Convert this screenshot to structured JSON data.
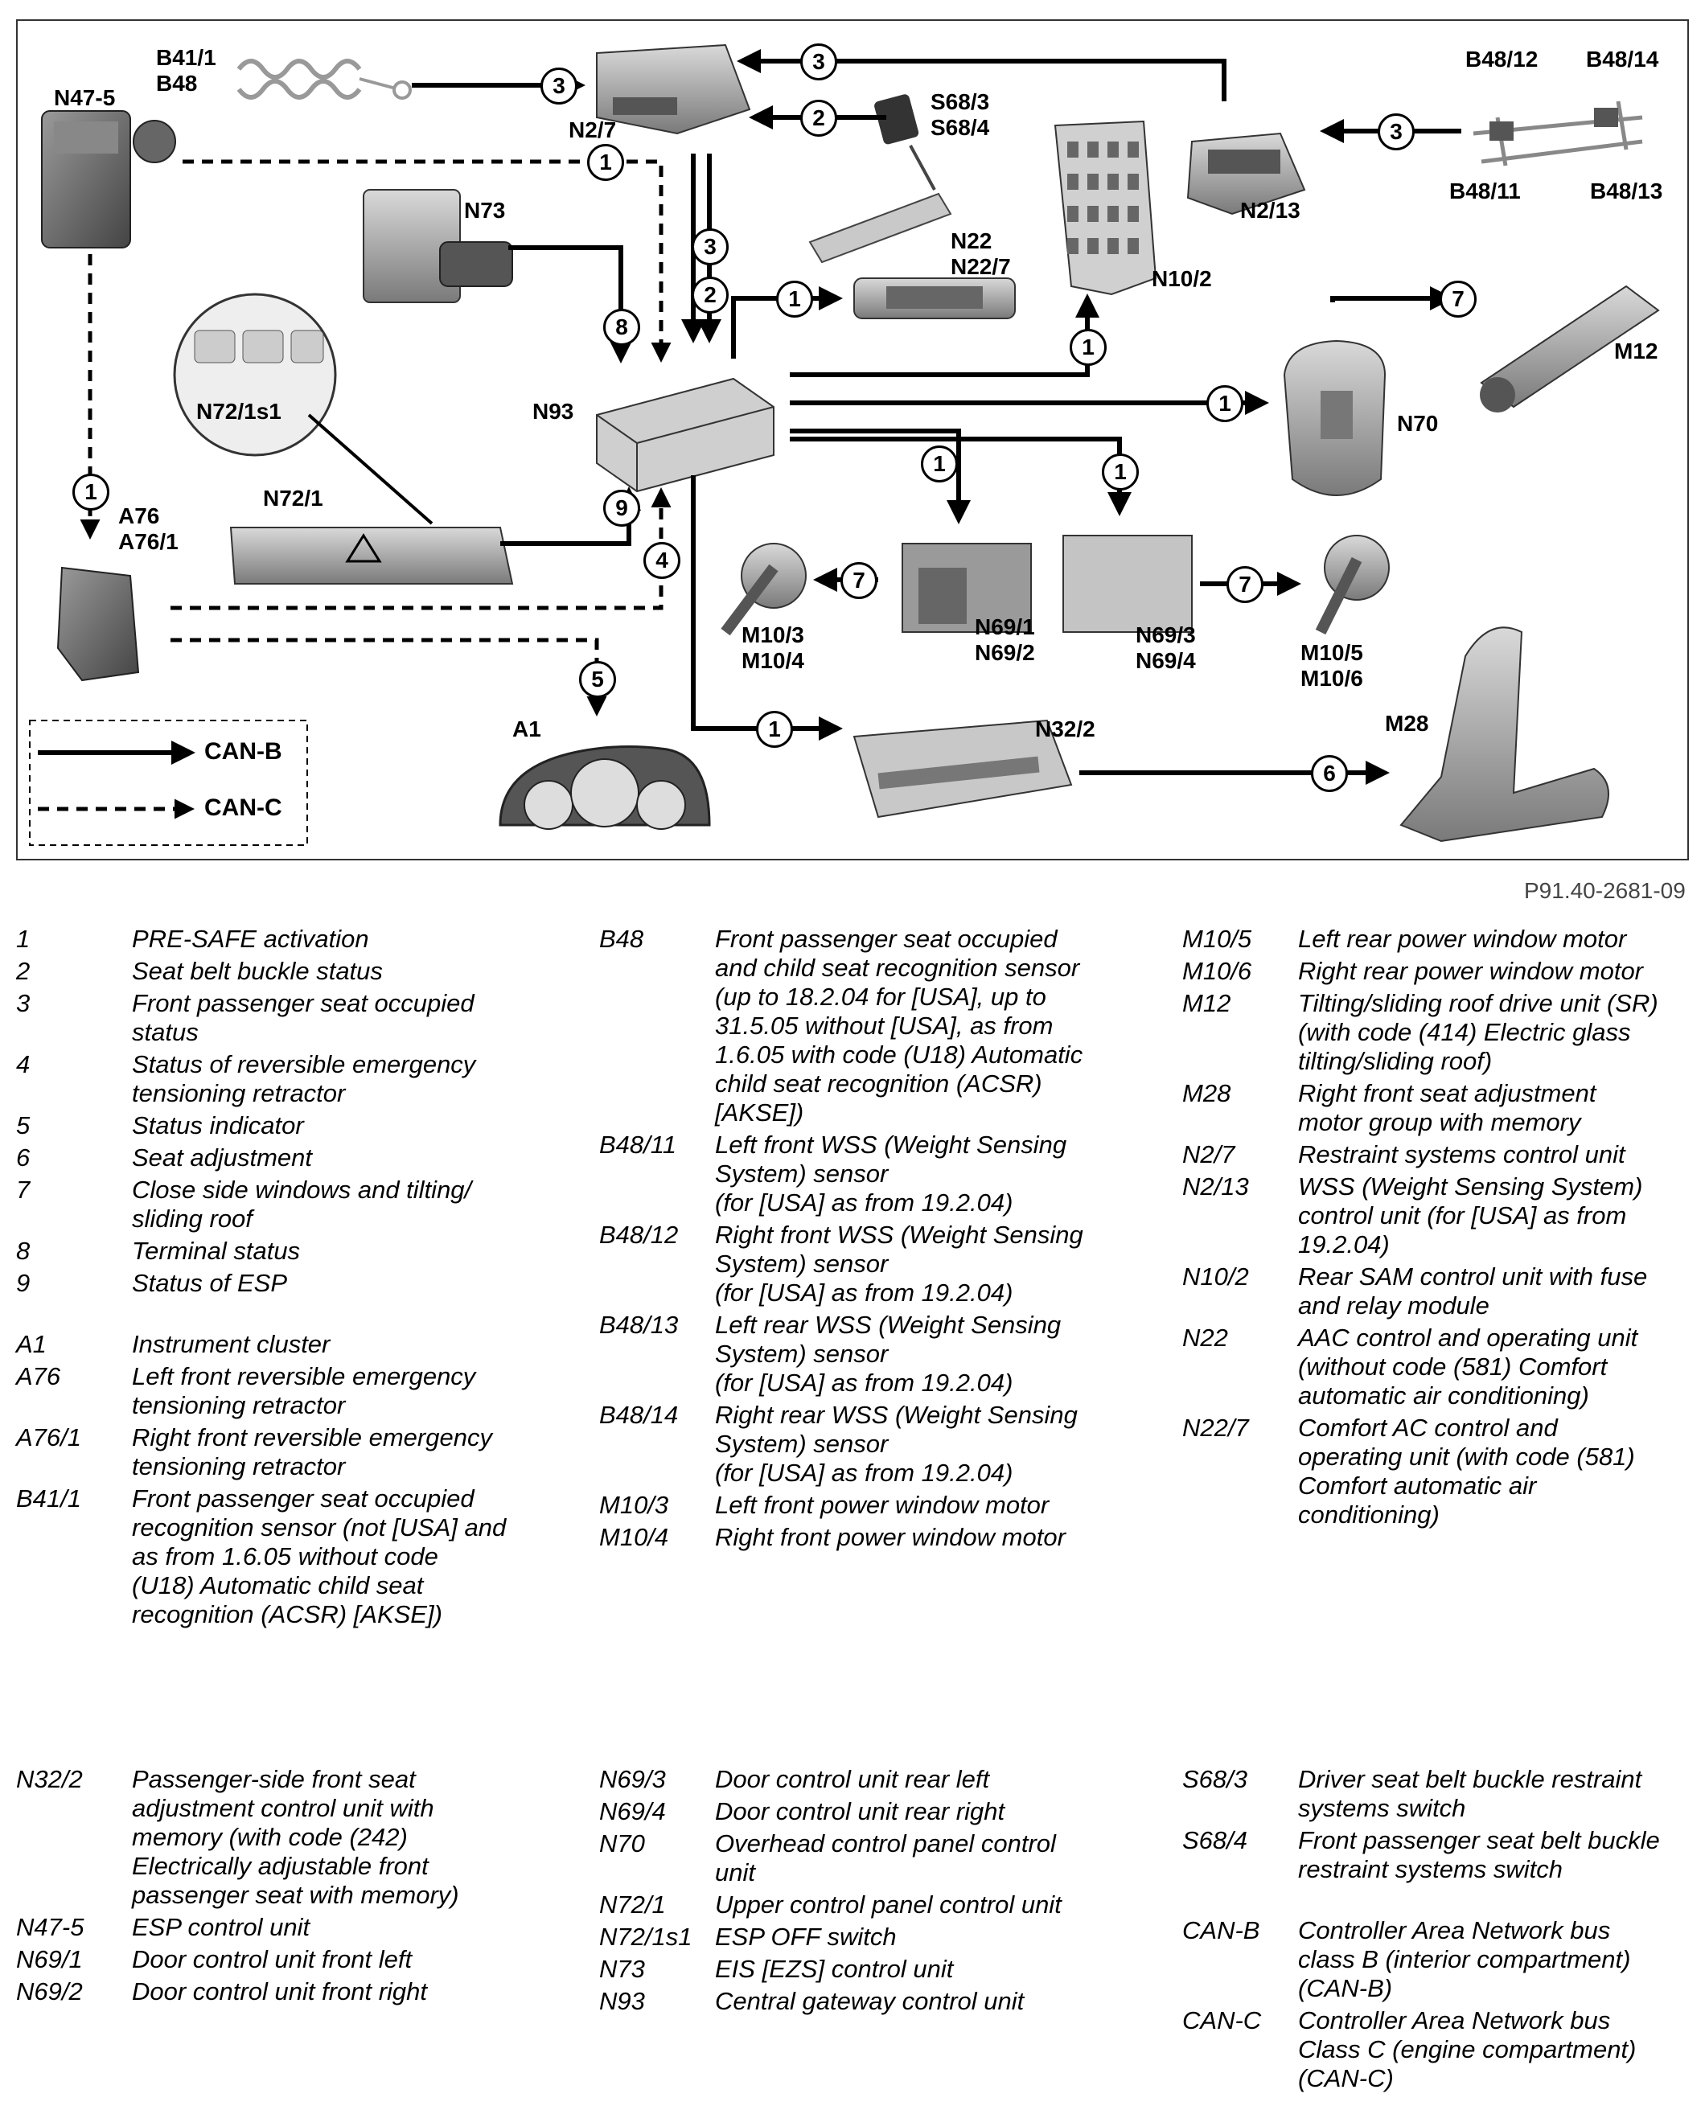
{
  "figure_ref": "P91.40-2681-09",
  "diagram": {
    "labels": {
      "b41_1": "B41/1",
      "b48": "B48",
      "n47_5": "N47-5",
      "n2_7": "N2/7",
      "s68_3": "S68/3",
      "s68_4": "S68/4",
      "n73": "N73",
      "n22": "N22",
      "n22_7": "N22/7",
      "n10_2": "N10/2",
      "n2_13": "N2/13",
      "b48_12": "B48/12",
      "b48_14": "B48/14",
      "b48_11": "B48/11",
      "b48_13": "B48/13",
      "m12": "M12",
      "n70": "N70",
      "n93": "N93",
      "n72_1s1": "N72/1s1",
      "n72_1": "N72/1",
      "a76": "A76",
      "a76_1": "A76/1",
      "m10_3": "M10/3",
      "m10_4": "M10/4",
      "n69_1": "N69/1",
      "n69_2": "N69/2",
      "n69_3": "N69/3",
      "n69_4": "N69/4",
      "m10_5": "M10/5",
      "m10_6": "M10/6",
      "a1": "A1",
      "n32_2": "N32/2",
      "m28": "M28",
      "can_b": "CAN-B",
      "can_c": "CAN-C"
    },
    "signals": [
      "1",
      "2",
      "3",
      "4",
      "5",
      "6",
      "7",
      "8",
      "9"
    ]
  },
  "legend": {
    "col1": [
      {
        "key": "1",
        "text": "PRE-SAFE activation"
      },
      {
        "key": "2",
        "text": "Seat belt buckle status"
      },
      {
        "key": "3",
        "text": "Front passenger seat occupied\nstatus"
      },
      {
        "key": "4",
        "text": "Status of reversible emergency\ntensioning retractor"
      },
      {
        "key": "5",
        "text": "Status indicator"
      },
      {
        "key": "6",
        "text": "Seat adjustment"
      },
      {
        "key": "7",
        "text": "Close side windows and tilting/\nsliding roof"
      },
      {
        "key": "8",
        "text": "Terminal status"
      },
      {
        "key": "9",
        "text": "Status of ESP"
      },
      {
        "key": "",
        "text": ""
      },
      {
        "key": "A1",
        "text": "Instrument cluster"
      },
      {
        "key": "A76",
        "text": "Left front reversible emergency\ntensioning retractor"
      },
      {
        "key": "A76/1",
        "text": "Right front reversible emergency\ntensioning retractor"
      },
      {
        "key": "B41/1",
        "text": "Front passenger seat occupied\nrecognition sensor (not [USA] and\nas from 1.6.05 without code\n(U18) Automatic child seat\nrecognition (ACSR) [AKSE])"
      }
    ],
    "col2": [
      {
        "key": "B48",
        "text": "Front passenger seat occupied\nand child seat recognition sensor\n(up to 18.2.04 for [USA], up to\n31.5.05 without [USA], as from\n1.6.05 with code (U18) Automatic\nchild seat recognition (ACSR)\n[AKSE])"
      },
      {
        "key": "B48/11",
        "text": "Left front WSS (Weight Sensing\nSystem) sensor\n(for [USA] as from 19.2.04)"
      },
      {
        "key": "B48/12",
        "text": "Right front WSS (Weight Sensing\nSystem) sensor\n(for [USA] as from 19.2.04)"
      },
      {
        "key": "B48/13",
        "text": "Left rear WSS (Weight Sensing\nSystem) sensor\n(for [USA] as from 19.2.04)"
      },
      {
        "key": "B48/14",
        "text": "Right rear WSS (Weight Sensing\nSystem) sensor\n(for [USA] as from 19.2.04)"
      },
      {
        "key": "M10/3",
        "text": "Left front power window motor"
      },
      {
        "key": "M10/4",
        "text": "Right front power window motor"
      }
    ],
    "col3": [
      {
        "key": "M10/5",
        "text": "Left rear power window motor"
      },
      {
        "key": "M10/6",
        "text": "Right rear power window motor"
      },
      {
        "key": "M12",
        "text": "Tilting/sliding roof drive unit (SR)\n(with code (414) Electric glass\ntilting/sliding roof)"
      },
      {
        "key": "M28",
        "text": "Right front seat adjustment\nmotor group with memory"
      },
      {
        "key": "N2/7",
        "text": "Restraint systems control unit"
      },
      {
        "key": "N2/13",
        "text": "WSS (Weight Sensing System)\ncontrol unit (for [USA] as from\n19.2.04)"
      },
      {
        "key": "N10/2",
        "text": "Rear SAM control unit with fuse\nand relay module"
      },
      {
        "key": "N22",
        "text": "AAC control and operating unit\n(without code (581) Comfort\nautomatic air conditioning)"
      },
      {
        "key": "N22/7",
        "text": "Comfort AC control and\noperating unit (with code (581)\nComfort automatic air\nconditioning)"
      }
    ],
    "col4": [
      {
        "key": "N32/2",
        "text": "Passenger-side front seat\nadjustment control unit with\nmemory (with code (242)\nElectrically adjustable front\npassenger seat with memory)"
      },
      {
        "key": "N47-5",
        "text": "ESP control unit"
      },
      {
        "key": "N69/1",
        "text": "Door control unit front left"
      },
      {
        "key": "N69/2",
        "text": "Door control unit front right"
      }
    ],
    "col5": [
      {
        "key": "N69/3",
        "text": "Door control unit rear left"
      },
      {
        "key": "N69/4",
        "text": "Door control unit rear right"
      },
      {
        "key": "N70",
        "text": "Overhead control panel control\nunit"
      },
      {
        "key": "N72/1",
        "text": "Upper control panel control unit"
      },
      {
        "key": "N72/1s1",
        "text": "ESP OFF switch"
      },
      {
        "key": "N73",
        "text": "EIS [EZS] control unit"
      },
      {
        "key": "N93",
        "text": "Central gateway control unit"
      }
    ],
    "col6": [
      {
        "key": "S68/3",
        "text": "Driver seat belt buckle restraint\nsystems switch"
      },
      {
        "key": "S68/4",
        "text": "Front passenger seat belt buckle\nrestraint systems switch"
      },
      {
        "key": "",
        "text": ""
      },
      {
        "key": "CAN-B",
        "text": "Controller Area Network bus\nclass B (interior compartment)\n(CAN-B)"
      },
      {
        "key": "CAN-C",
        "text": "Controller Area Network bus\nClass C (engine compartment)\n(CAN-C)"
      }
    ]
  }
}
